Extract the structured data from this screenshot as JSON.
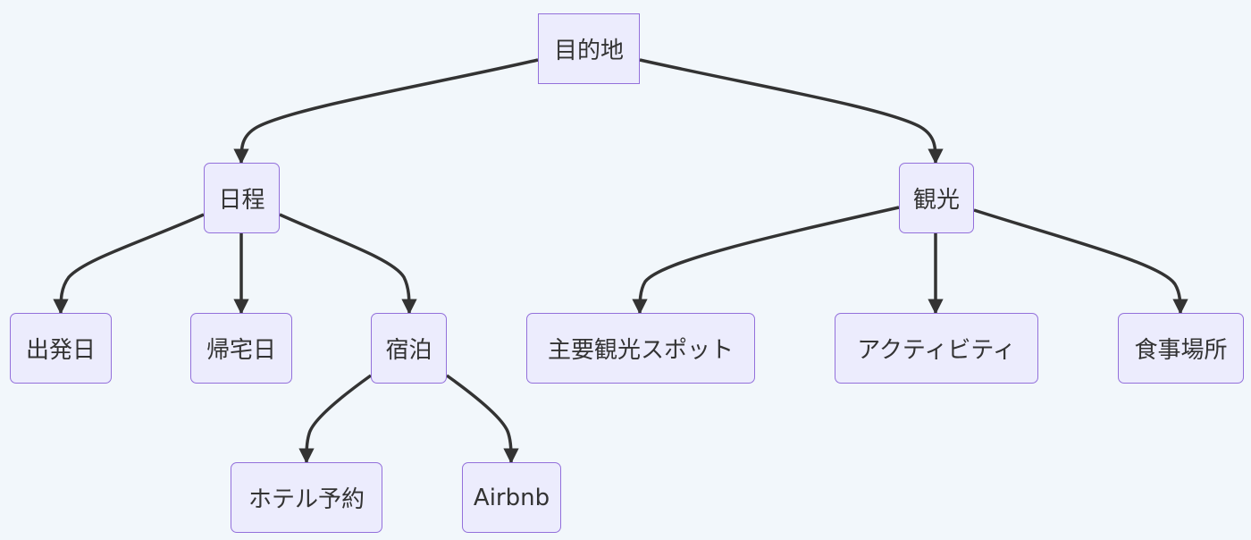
{
  "diagram": {
    "nodes": {
      "mokutekichi": "目的地",
      "nittei": "日程",
      "kanko": "観光",
      "shuppatsubi": "出発日",
      "kitakubi": "帰宅日",
      "shukuhaku": "宿泊",
      "shuyo_kanko_spot": "主要観光スポット",
      "activity": "アクティビティ",
      "shokuji_basho": "食事場所",
      "hotel_yoyaku": "ホテル予約",
      "airbnb": "Airbnb"
    },
    "edges": [
      {
        "from": "目的地",
        "to": "日程"
      },
      {
        "from": "目的地",
        "to": "観光"
      },
      {
        "from": "日程",
        "to": "出発日"
      },
      {
        "from": "日程",
        "to": "帰宅日"
      },
      {
        "from": "日程",
        "to": "宿泊"
      },
      {
        "from": "観光",
        "to": "主要観光スポット"
      },
      {
        "from": "観光",
        "to": "アクティビティ"
      },
      {
        "from": "観光",
        "to": "食事場所"
      },
      {
        "from": "宿泊",
        "to": "ホテル予約"
      },
      {
        "from": "宿泊",
        "to": "Airbnb"
      }
    ],
    "colors": {
      "background": "#f2f7fb",
      "node_fill": "#ececfd",
      "node_stroke": "#9370db",
      "edge": "#333333",
      "text": "#333333"
    }
  }
}
